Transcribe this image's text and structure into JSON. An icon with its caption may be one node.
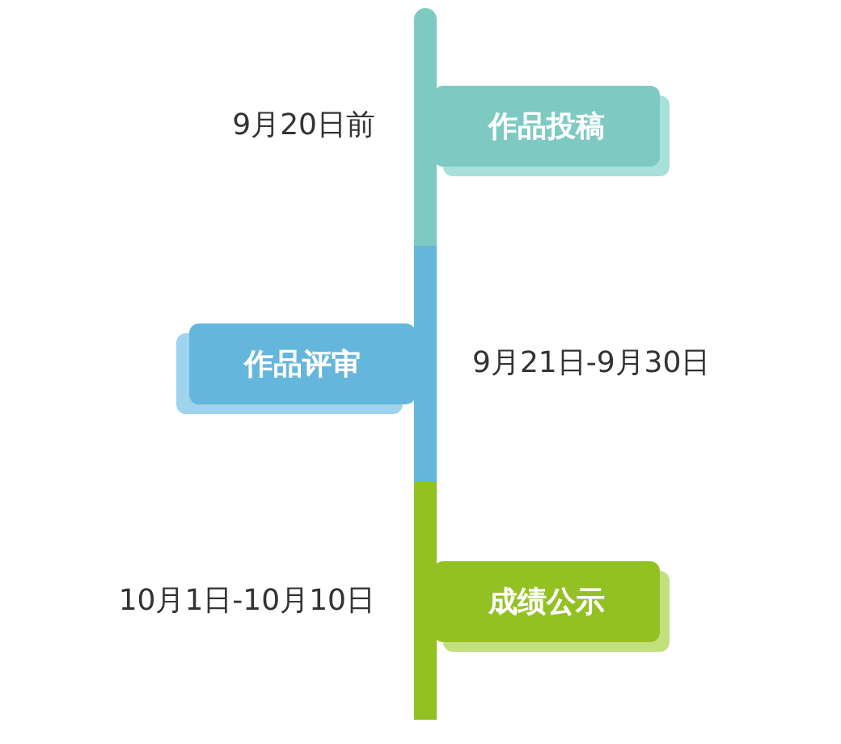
{
  "diagram": {
    "nodes": [
      {
        "text": [],
        "shape": "bar"
      },
      {
        "text": [
          "作品投稿"
        ],
        "beside": [
          "9月20日前"
        ]
      },
      {
        "text": [
          "作品评审"
        ],
        "beside": [
          "9月21日-9月30日"
        ]
      },
      {
        "text": [
          "成绩公示"
        ],
        "beside": [
          "10月1日-10月10日"
        ]
      }
    ]
  }
}
